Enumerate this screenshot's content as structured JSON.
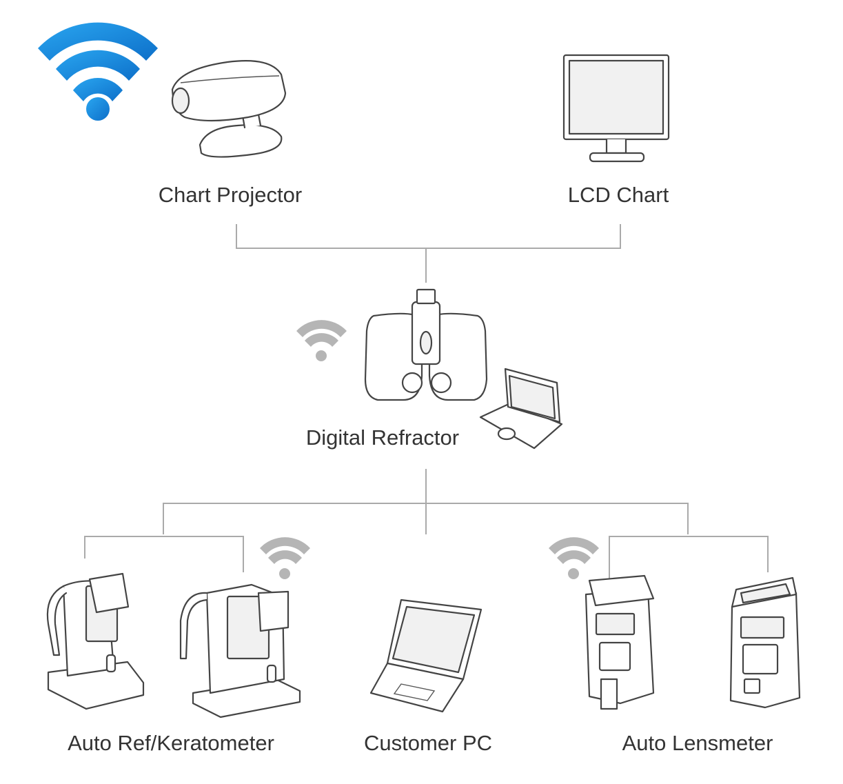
{
  "devices": {
    "chart_projector": "Chart Projector",
    "lcd_chart": "LCD Chart",
    "digital_refractor": "Digital Refractor",
    "auto_ref_keratometer": "Auto Ref/Keratometer",
    "customer_pc": "Customer PC",
    "auto_lensmeter": "Auto Lensmeter"
  },
  "colors": {
    "wifi_primary": "#1a8fe0",
    "wifi_secondary": "#b5b5b5",
    "connector": "#aaaaaa",
    "label_text": "#333333"
  }
}
